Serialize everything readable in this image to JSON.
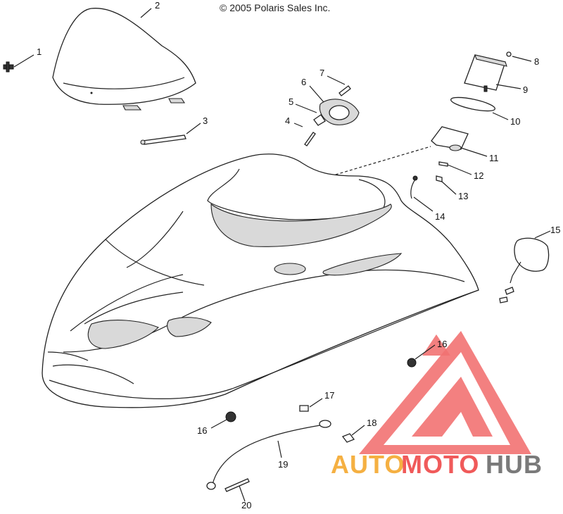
{
  "copyright": "© 2005 Polaris Sales Inc.",
  "callouts": {
    "c1": "1",
    "c2": "2",
    "c3": "3",
    "c4": "4",
    "c5": "5",
    "c6": "6",
    "c7": "7",
    "c8": "8",
    "c9": "9",
    "c10": "10",
    "c11": "11",
    "c12": "12",
    "c13": "13",
    "c14": "14",
    "c15": "15",
    "c16a": "16",
    "c16b": "16",
    "c17": "17",
    "c18": "18",
    "c19": "19",
    "c20": "20"
  },
  "watermark": {
    "part1": "AUTO",
    "part2": "MOTO",
    "part3": "HUB",
    "colors": {
      "auto": "#f5b042",
      "moto": "#f05a5a",
      "hub": "#7a7a7a",
      "logo": "#f05a5a"
    }
  }
}
